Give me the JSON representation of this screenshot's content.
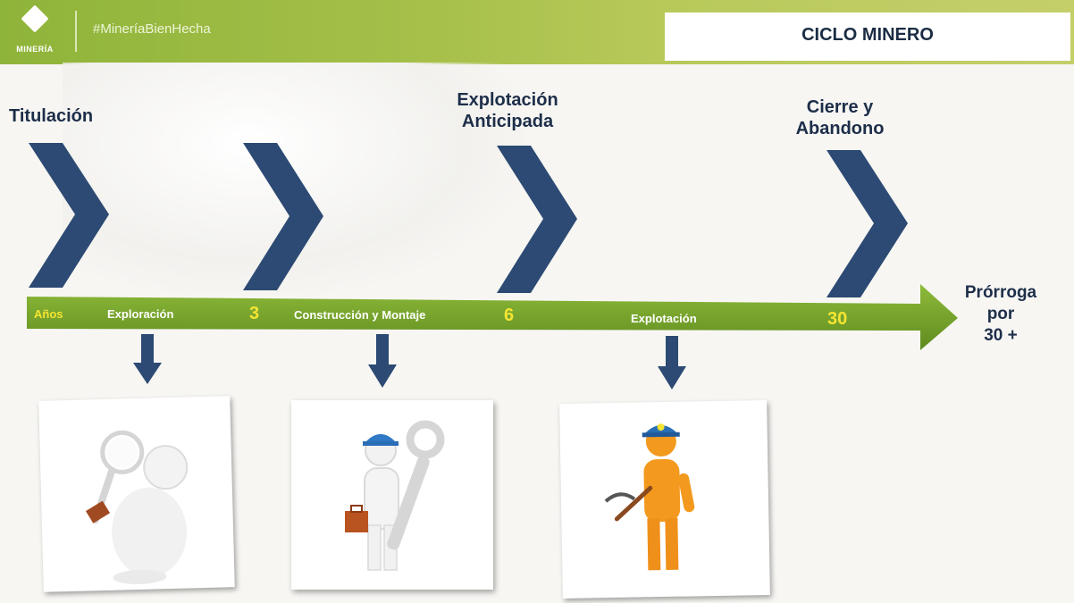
{
  "header": {
    "logo_text": "MINERÍA",
    "hashtag": "#MineríaBienHecha",
    "title": "CICLO MINERO"
  },
  "phases": {
    "titulacion": "Titulación",
    "explotacion_anticipada_1": "Explotación",
    "explotacion_anticipada_2": "Anticipada",
    "cierre_1": "Cierre y",
    "cierre_2": "Abandono"
  },
  "timeline": {
    "anos": "Años",
    "exploracion": "Exploración",
    "num_3": "3",
    "construccion": "Construcción y Montaje",
    "num_6": "6",
    "explotacion": "Explotación",
    "num_30": "30",
    "prorroga_1": "Prórroga",
    "prorroga_2": "por",
    "prorroga_3": "30 +"
  },
  "colors": {
    "chevron": "#2c4a73",
    "bar": "#7aa62b",
    "numbers": "#f5e532",
    "dark_text": "#1d2e49"
  },
  "icons": [
    "chevron-right-icon",
    "arrow-down-icon",
    "magnifier-figure-icon",
    "wrench-worker-icon",
    "miner-pickaxe-icon"
  ]
}
